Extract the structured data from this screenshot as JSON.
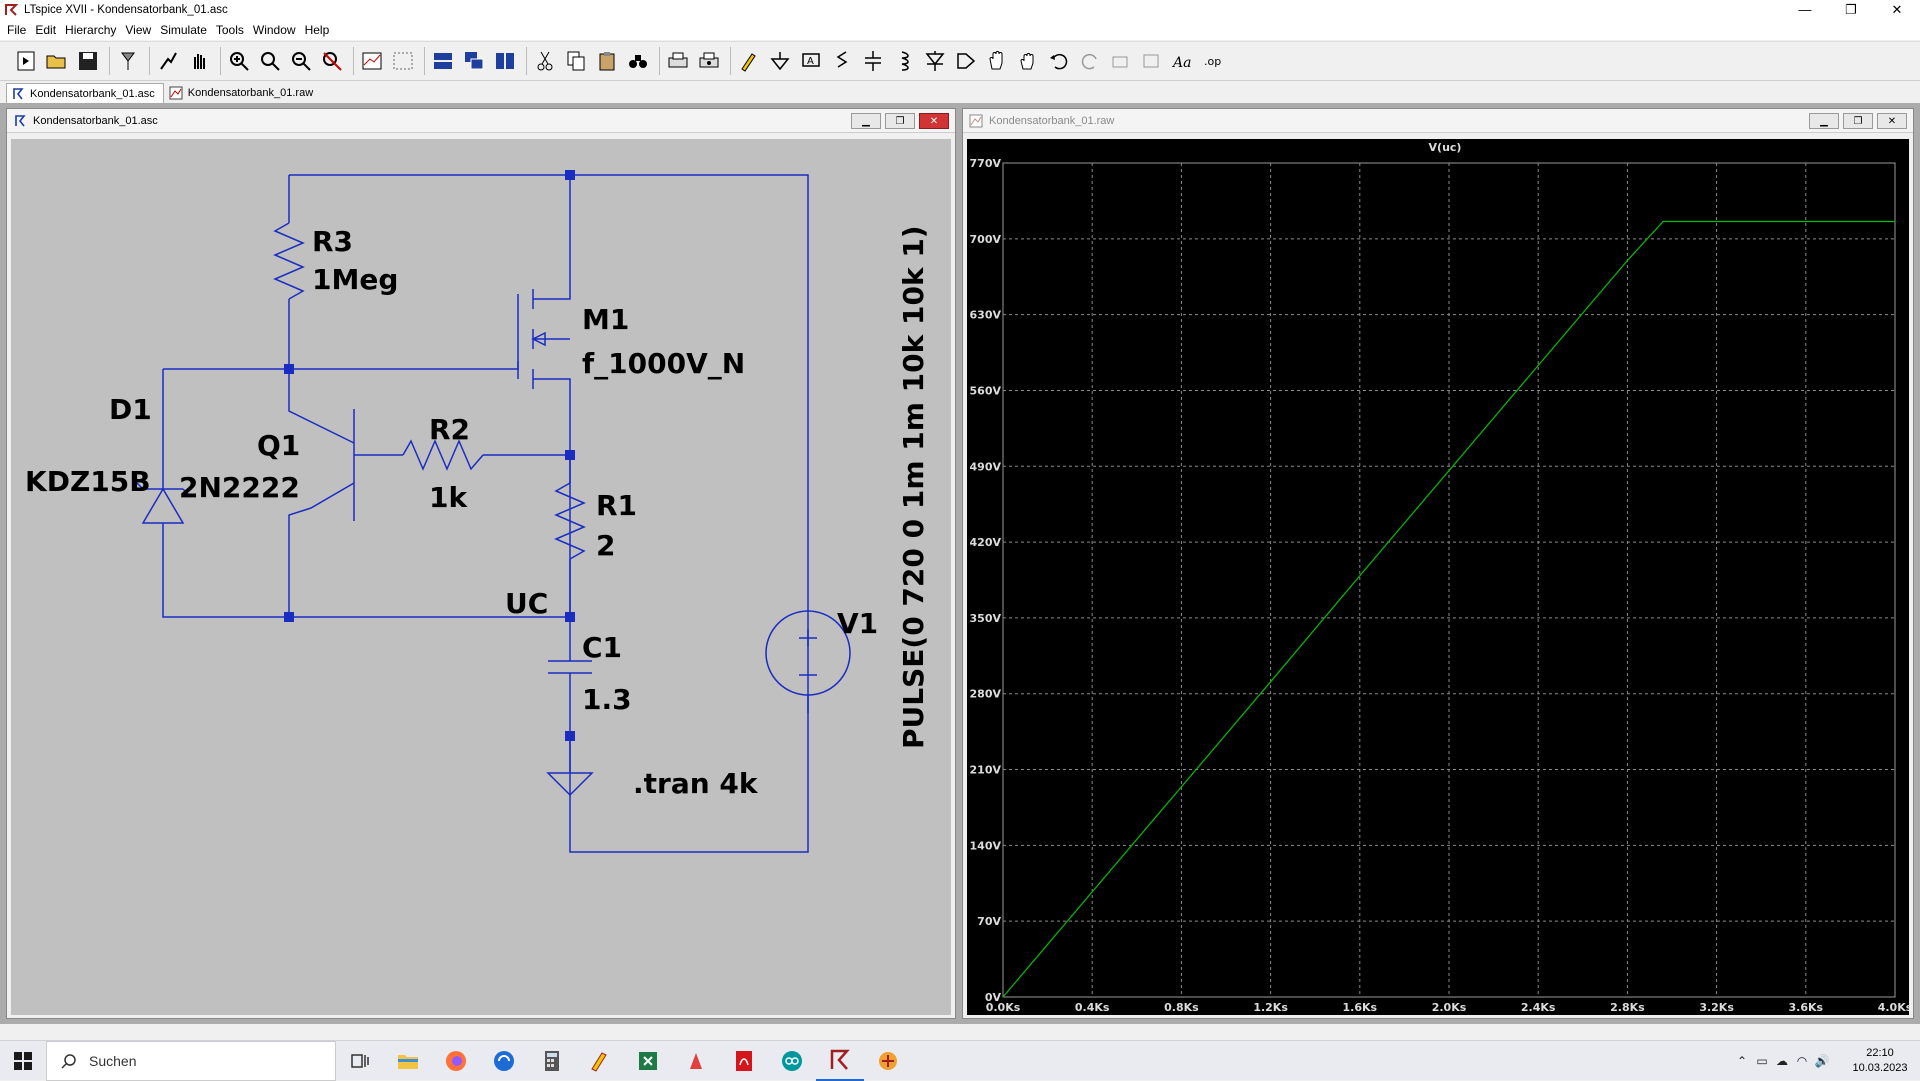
{
  "window": {
    "title": "LTspice XVII - Kondensatorbank_01.asc",
    "min": "—",
    "max": "❐",
    "close": "✕"
  },
  "menu": [
    "File",
    "Edit",
    "Hierarchy",
    "View",
    "Simulate",
    "Tools",
    "Window",
    "Help"
  ],
  "doctabs": [
    {
      "label": "Kondensatorbank_01.asc",
      "icon": "schematic-icon"
    },
    {
      "label": "Kondensatorbank_01.raw",
      "icon": "waveform-icon"
    }
  ],
  "schematic": {
    "caption": "Kondensatorbank_01.asc",
    "labels": {
      "R3": "R3",
      "R3_value": "1Meg",
      "M1": "M1",
      "M1_value": "f_1000V_N",
      "D1": "D1",
      "D1_value": "KDZ15B",
      "Q1": "Q1",
      "Q1_value": "2N2222",
      "R2": "R2",
      "R2_value": "1k",
      "R1": "R1",
      "R1_value": "2",
      "UC": "UC",
      "C1": "C1",
      "C1_value": "1.3",
      "V1": "V1",
      "V1_value": "PULSE(0 720 0 1m 1m 10k 10k 1)",
      "directive": ".tran 4k"
    }
  },
  "waveform": {
    "caption": "Kondensatorbank_01.raw",
    "trace_color": "#00c000",
    "chart_data": {
      "type": "line",
      "title": "V(uc)",
      "series": [
        {
          "name": "V(uc)",
          "x": [
            0,
            400,
            800,
            1200,
            1600,
            2000,
            2400,
            2800,
            2960,
            4000
          ],
          "y": [
            0,
            97,
            194,
            291,
            389,
            486,
            583,
            680,
            716,
            716
          ]
        }
      ],
      "xlim": [
        0,
        4000
      ],
      "ylim": [
        0,
        770
      ],
      "x_ticks": [
        "0.0Ks",
        "0.4Ks",
        "0.8Ks",
        "1.2Ks",
        "1.6Ks",
        "2.0Ks",
        "2.4Ks",
        "2.8Ks",
        "3.2Ks",
        "3.6Ks",
        "4.0Ks"
      ],
      "y_ticks": [
        "0V",
        "70V",
        "140V",
        "210V",
        "280V",
        "350V",
        "420V",
        "490V",
        "560V",
        "630V",
        "700V",
        "770V"
      ],
      "grid": true,
      "background": "#000000"
    }
  },
  "taskbar": {
    "search": "Suchen",
    "apps": [
      "task-view-icon",
      "file-explorer-icon",
      "firefox-icon",
      "sync-icon",
      "calculator-icon",
      "ltspice-icon",
      "excel-icon",
      "app-red-icon",
      "acrobat-icon",
      "arduino-icon",
      "ltspice-active-icon",
      "misc-app-icon"
    ],
    "time": "22:10",
    "date": "10.03.2023"
  }
}
